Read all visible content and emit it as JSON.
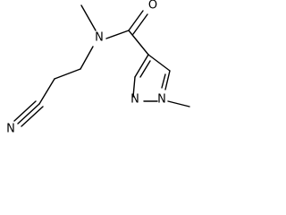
{
  "molecule": {
    "atoms": {
      "oxygen": "O",
      "amide_nitrogen": "N",
      "ring_nitrogen_1": "N",
      "ring_nitrogen_2": "N",
      "nitrile_nitrogen": "N"
    }
  },
  "colors": {
    "bond": "#000000",
    "background": "#ffffff"
  }
}
